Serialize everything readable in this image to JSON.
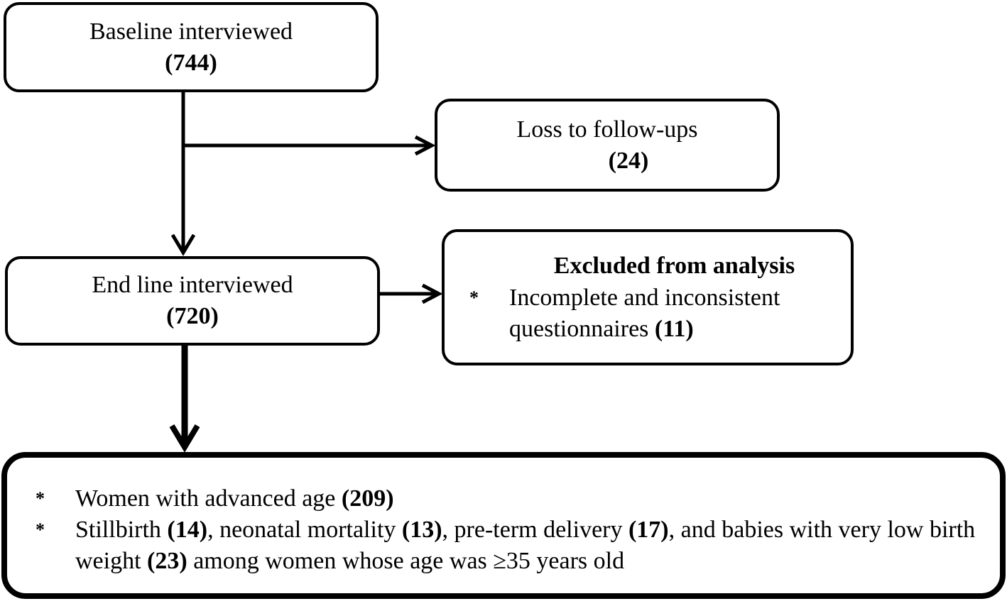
{
  "baseline": {
    "label": "Baseline interviewed",
    "count": "(744)"
  },
  "loss": {
    "label": "Loss to follow-ups",
    "count": "(24)"
  },
  "endline": {
    "label": "End line interviewed",
    "count": "(720)"
  },
  "excluded": {
    "title": "Excluded from analysis",
    "bullet": "*",
    "item_line1": "Incomplete and inconsistent",
    "item_line2_text": "questionnaires ",
    "item_line2_count": "(11)"
  },
  "results": {
    "bullet": "*",
    "item1": {
      "text": "Women with advanced age ",
      "count": "(209)"
    },
    "item2": {
      "t1": "Stillbirth ",
      "c1": "(14)",
      "t2": ", neonatal mortality ",
      "c2": "(13)",
      "t3": ", pre-term delivery ",
      "c3": "(17)",
      "t4": ", and babies with very low birth weight ",
      "c4": "(23)",
      "t5": " among women whose age was ≥35 years old"
    }
  }
}
